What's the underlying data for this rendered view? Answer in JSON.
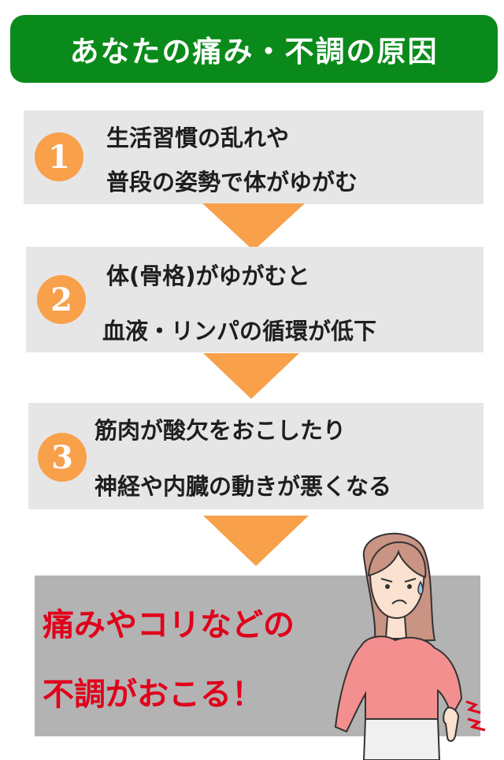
{
  "title": "あなたの痛み・不調の原因",
  "steps": [
    {
      "number": "1",
      "line1": "生活習慣の乱れや",
      "line2": "普段の姿勢で体がゆがむ"
    },
    {
      "number": "2",
      "line1": "体(骨格)がゆがむと",
      "line2": "血液・リンパの循環が低下"
    },
    {
      "number": "3",
      "line1": "筋肉が酸欠をおこしたり",
      "line2": "神経や内臓の動きが悪くなる"
    }
  ],
  "result": {
    "line1": "痛みやコリなどの",
    "line2": "不調がおこる！"
  },
  "colors": {
    "title_bg": "#0a8a1a",
    "badge": "#f8a04a",
    "arrow": "#f8a04a",
    "result_text": "#e0001b",
    "step_bg": "#e6e6e6",
    "result_bg": "#b3b3b3"
  },
  "illustration": "woman-holding-lower-back-in-pain"
}
